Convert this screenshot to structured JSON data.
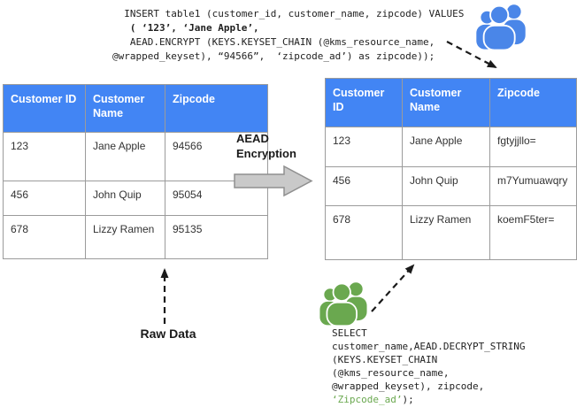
{
  "colors": {
    "header_blue": "#4285f4",
    "icon_blue": "#4a86e8",
    "icon_green": "#6aa84f",
    "arrow_gray": "#c9c9c9",
    "arrow_stroke": "#8f8f8f",
    "border_gray": "#9b9b9b",
    "code_green": "#6aa84f"
  },
  "insert_code": {
    "lines": [
      [
        {
          "text": "  INSERT table1 (customer_id, customer_name, zipcode) VALUES"
        }
      ],
      [
        {
          "text": "   ( ‘123’, ‘Jane Apple’,",
          "bold": true
        }
      ],
      [
        {
          "text": "   AEAD.ENCRYPT (KEYS.KEYSET_CHAIN (@kms_resource_name,"
        }
      ],
      [
        {
          "text": "@wrapped_keyset), “94566”,  ‘zipcode_ad’) as zipcode));"
        }
      ]
    ]
  },
  "select_code": {
    "lines": [
      [
        {
          "text": "SELECT"
        }
      ],
      [
        {
          "text": "customer_name,AEAD.DECRYPT_STRING"
        }
      ],
      [
        {
          "text": "(KEYS.KEYSET_CHAIN"
        }
      ],
      [
        {
          "text": "(@kms_resource_name,"
        }
      ],
      [
        {
          "text": "@wrapped_keyset), zipcode,"
        }
      ],
      [
        {
          "text": "‘Zipcode_ad’",
          "color": "#6aa84f"
        },
        {
          "text": ");"
        }
      ]
    ]
  },
  "aead_label": {
    "line1": "AEAD",
    "line2": "Encryption"
  },
  "raw_data_label": "Raw Data",
  "left_table": {
    "headers": [
      "Customer ID",
      "Customer Name",
      "Zipcode"
    ],
    "rows": [
      [
        "123",
        "Jane Apple",
        "94566"
      ],
      [
        "456",
        "John Quip",
        "95054"
      ],
      [
        "678",
        "Lizzy Ramen",
        "95135"
      ]
    ]
  },
  "right_table": {
    "headers": [
      "Customer ID",
      "Customer Name",
      "Zipcode"
    ],
    "rows": [
      [
        "123",
        "Jane Apple",
        "fgtyjjllo="
      ],
      [
        "456",
        "John Quip",
        "m7Yumuawqry"
      ],
      [
        "678",
        "Lizzy Ramen",
        "koemF5ter="
      ]
    ]
  },
  "icons": {
    "blue_users": "users-group-icon",
    "green_users": "users-group-icon"
  }
}
